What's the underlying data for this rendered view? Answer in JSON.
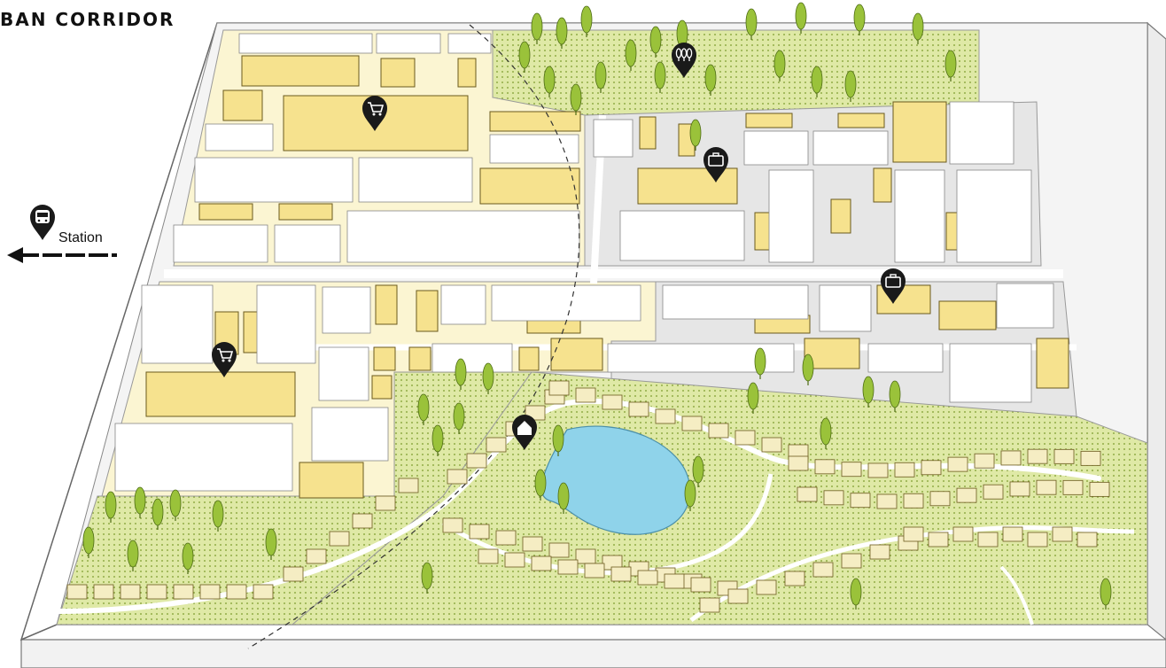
{
  "map": {
    "title": "BAN CORRIDOR",
    "station_label": "Station",
    "colors": {
      "block_fill": "#fbf5d2",
      "building_fill": "#f6e28e",
      "building_stroke": "#6b5a1e",
      "green_fill": "#dfe9a6",
      "green_dot": "#7b9a2a",
      "tree_fill": "#9ac23a",
      "water_fill": "#8fd3ea",
      "road_fill": "#ffffff",
      "gray_block": "#e6e6e6",
      "house_fill": "#f5edc3",
      "base_side": "#f2f2f2",
      "outline": "#555555",
      "marker_fill": "#1a1a1a"
    },
    "markers": [
      {
        "name": "shopping-cart-icon",
        "kind": "shopping"
      },
      {
        "name": "shopping-cart-icon",
        "kind": "shopping"
      },
      {
        "name": "briefcase-icon",
        "kind": "office"
      },
      {
        "name": "briefcase-icon",
        "kind": "office"
      },
      {
        "name": "trees-icon",
        "kind": "park"
      },
      {
        "name": "house-icon",
        "kind": "residential"
      },
      {
        "name": "bus-icon",
        "kind": "transit"
      }
    ]
  }
}
